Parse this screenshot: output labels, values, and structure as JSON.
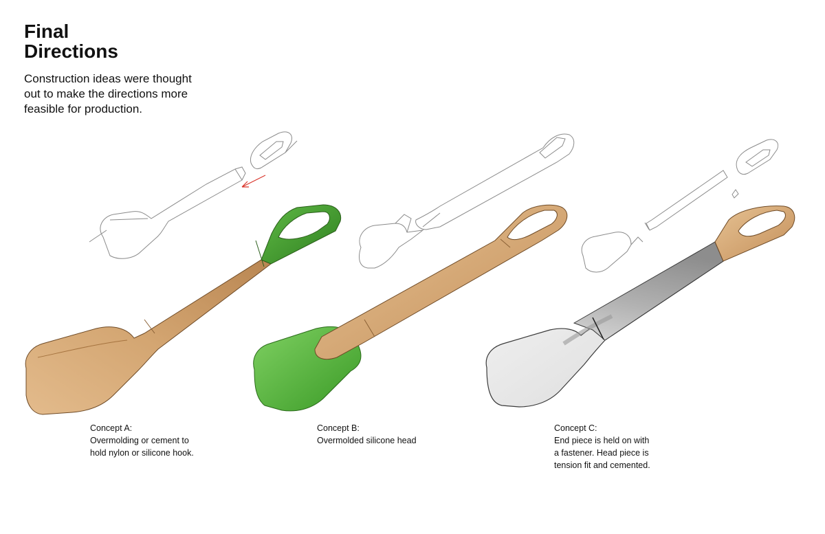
{
  "title_lines": [
    "Final",
    "Directions"
  ],
  "intro_lines": [
    "Construction ideas were thought",
    "out to make the directions more",
    "feasible for production."
  ],
  "concepts": [
    {
      "heading": "Concept A:",
      "lines": [
        "Overmolding or cement to",
        "hold nylon or silicone hook."
      ],
      "head_color": "#c99762",
      "hook_color": "#3f9a2b",
      "handle_color": "#cf9f6c"
    },
    {
      "heading": "Concept B:",
      "lines": [
        "Overmolded silicone head"
      ],
      "head_color": "#52b63c",
      "hook_color": "#c78f55",
      "handle_color": "#d2a06a"
    },
    {
      "heading": "Concept C:",
      "lines": [
        "End piece is held on with",
        "a fastener. Head piece is",
        "tension fit and cemented."
      ],
      "head_color": "#e9e9e9",
      "hook_color": "#c5884c",
      "handle_color": "#a9a9a9"
    }
  ],
  "colors": {
    "sketch_line": "#8a8a8a",
    "arrow": "#d9352b",
    "outline": "#3a3a3a"
  }
}
